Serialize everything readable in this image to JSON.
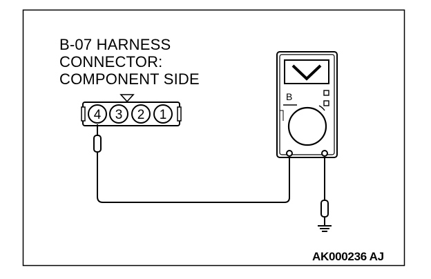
{
  "connector": {
    "title_lines": [
      "B-07 HARNESS",
      "CONNECTOR:",
      "COMPONENT SIDE"
    ],
    "pins": [
      "4",
      "3",
      "2",
      "1"
    ]
  },
  "meter": {
    "display_symbol": "V",
    "indicator_glyph": "B"
  },
  "figure_code": "AK000236 AJ"
}
